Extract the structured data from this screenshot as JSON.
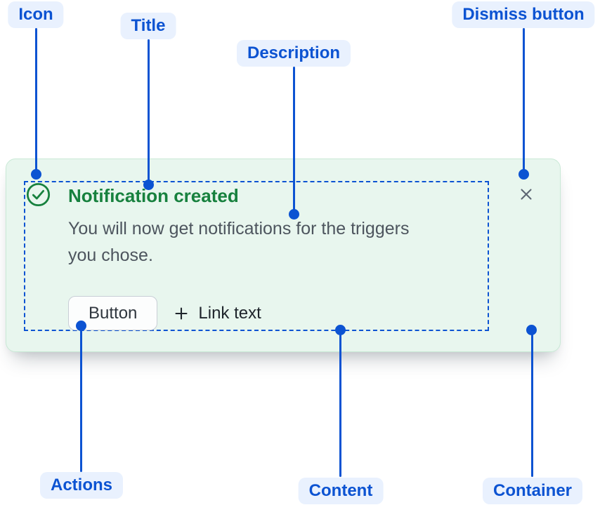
{
  "annotations": {
    "icon": {
      "label": "Icon"
    },
    "title": {
      "label": "Title"
    },
    "description": {
      "label": "Description"
    },
    "dismiss_button": {
      "label": "Dismiss button"
    },
    "actions": {
      "label": "Actions"
    },
    "content": {
      "label": "Content"
    },
    "container": {
      "label": "Container"
    }
  },
  "flag": {
    "title": "Notification created",
    "description": "You will now get notifications for the triggers you chose.",
    "actions": {
      "button_label": "Button",
      "link_label": "Link text"
    },
    "icons": {
      "status": "check-circle-icon",
      "link_prefix": "plus-icon",
      "dismiss": "cross-icon"
    }
  },
  "colors": {
    "annotation_accent": "#0C53D2",
    "annotation_label_bg": "#E9F1FE",
    "flag_background": "#E8F6EE",
    "flag_border": "#C9E9D6",
    "success_green": "#17813E",
    "description_text": "#4D555E"
  }
}
